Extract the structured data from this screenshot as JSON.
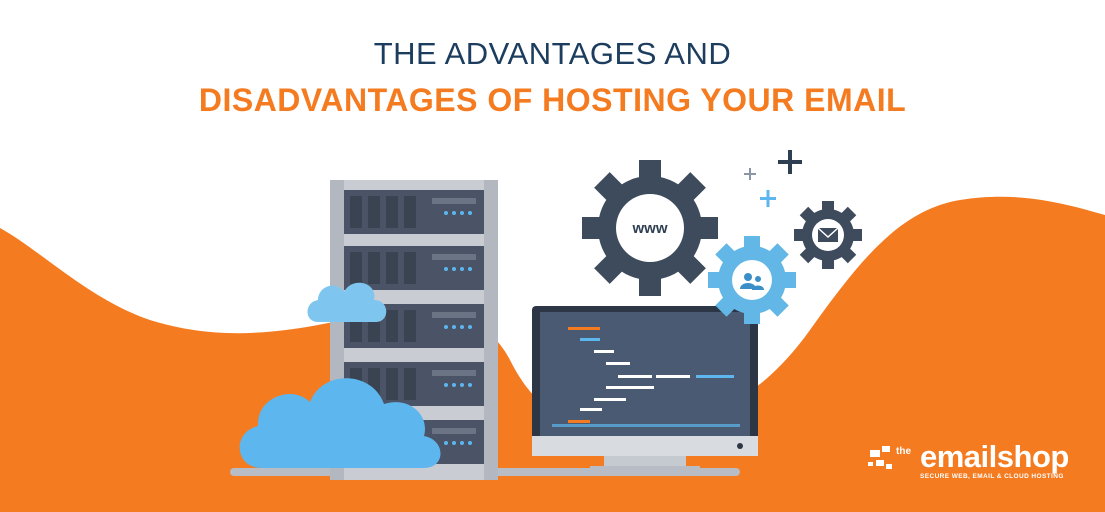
{
  "heading": {
    "line1": "THE ADVANTAGES AND",
    "line2": "DISADVANTAGES OF HOSTING YOUR EMAIL"
  },
  "gears": {
    "www_label": "www"
  },
  "logo": {
    "prefix": "the",
    "name": "emailshop",
    "tagline": "SECURE WEB, EMAIL & CLOUD HOSTING"
  },
  "colors": {
    "orange": "#f47b20",
    "navy": "#1c3d5e",
    "gear_dark": "#3d4b5c",
    "gear_light": "#63b7e6",
    "cloud": "#5db6ee",
    "server": "#4a5466"
  },
  "icons": [
    "www-gear-icon",
    "users-gear-icon",
    "envelope-gear-icon",
    "plus-icon",
    "cloud-icon",
    "server-rack",
    "monitor"
  ]
}
